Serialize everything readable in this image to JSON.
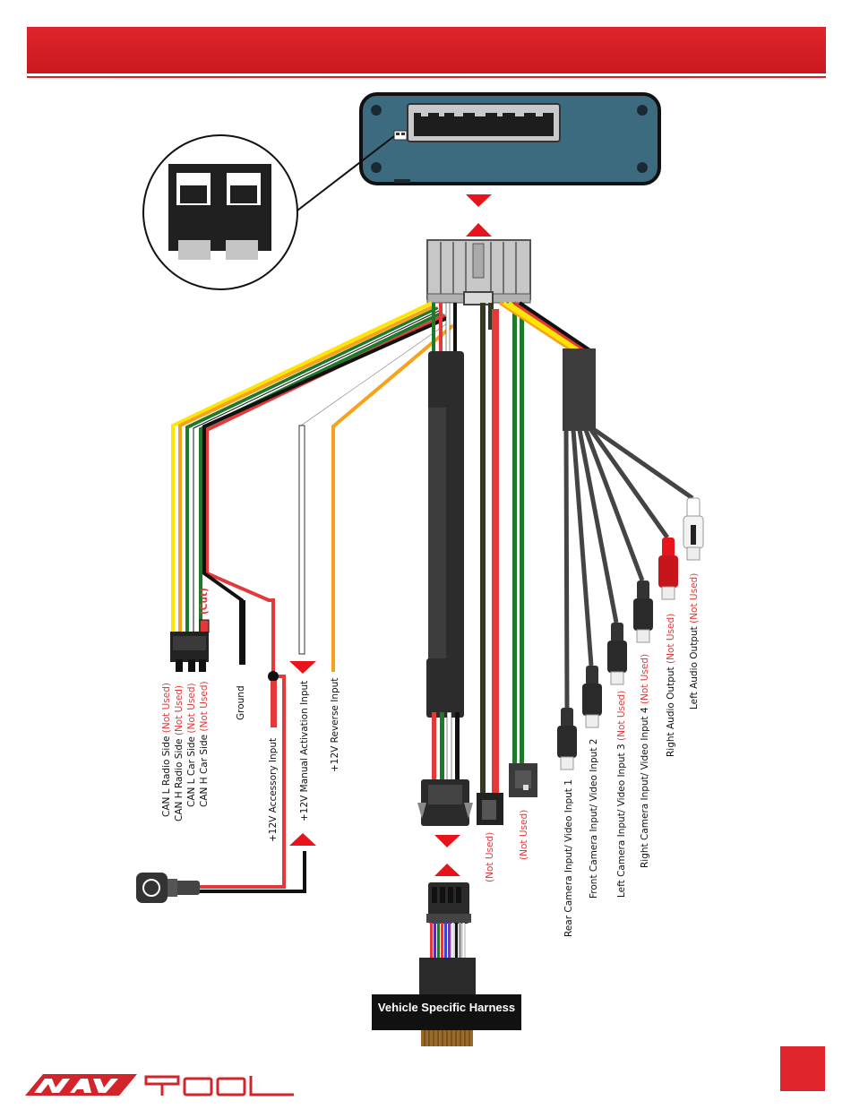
{
  "labels": {
    "can_l_radio": "CAN L Radio Side",
    "can_h_radio": "CAN H Radio Side",
    "can_l_car": "CAN L Car Side",
    "can_h_car": "CAN H Car Side",
    "not_used": "(Not Used)",
    "cut": "(Cut)",
    "ground": "Ground",
    "acc": "+12V Accessory Input",
    "manual": "+12V Manual Activation Input",
    "reverse": "+12V Reverse Input",
    "rear_cam": "Rear Camera Input/ Video Input 1",
    "front_cam": "Front Camera Input/ Video Input 2",
    "left_cam": "Left Camera Input/ Video Input 3",
    "right_cam": "Right Camera Input/ Video Input 4",
    "right_audio": "Right Audio Output",
    "left_audio": "Left Audio Output",
    "harness": "Vehicle Specific Harness"
  },
  "colors": {
    "brand_red": "#d3242b",
    "arrow_red": "#e8141b",
    "wire_yellow": "#ffe600",
    "wire_orange": "#f7a21b",
    "wire_green": "#1e7a2a",
    "wire_red": "#e23a3a",
    "wire_black": "#111111",
    "module_blue": "#3c6a7e"
  },
  "icons": {
    "logo": "navtool-logo",
    "module": "interface-module-icon",
    "switch": "dip-switch-icon"
  }
}
